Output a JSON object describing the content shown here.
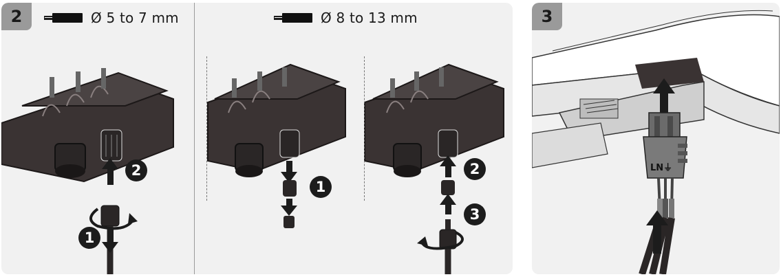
{
  "step2": {
    "badge": "2",
    "cable_small": "Ø 5 to 7 mm",
    "cable_large": "Ø 8 to 13 mm",
    "left_callouts": [
      "2",
      "1"
    ],
    "mid_callouts": [
      "1"
    ],
    "right_callouts": [
      "2",
      "3"
    ]
  },
  "step3": {
    "badge": "3",
    "connector_marking": "LN⏚"
  },
  "colors": {
    "panel_bg": "#f1f1f1",
    "badge_bg": "#9a9a9a",
    "device_dark": "#3a3333",
    "callout_bg": "#1c1c1c"
  },
  "icons": [
    "cable-icon",
    "rotate-arrow-icon",
    "up-arrow-icon",
    "down-arrow-icon",
    "ground-symbol-icon"
  ]
}
